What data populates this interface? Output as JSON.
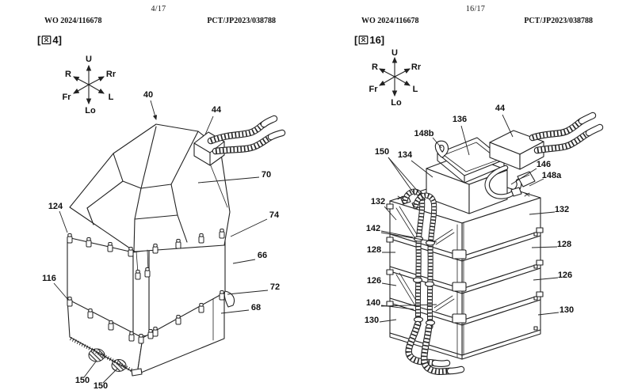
{
  "colors": {
    "paper": "#ffffff",
    "line": "#222222",
    "text": "#111111"
  },
  "figures": [
    {
      "page_number": "4/17",
      "wo_number": "WO 2024/116678",
      "pct_number": "PCT/JP2023/038788",
      "caption": {
        "prefix": "[",
        "kanji": "図",
        "suffix": "4]"
      },
      "axes": {
        "u": "U",
        "lo": "Lo",
        "r": "R",
        "rr": "Rr",
        "fr": "Fr",
        "l": "L"
      },
      "labels": [
        {
          "text": "40"
        },
        {
          "text": "44"
        },
        {
          "text": "70"
        },
        {
          "text": "124"
        },
        {
          "text": "74"
        },
        {
          "text": "66"
        },
        {
          "text": "72"
        },
        {
          "text": "68"
        },
        {
          "text": "116"
        },
        {
          "text": "150"
        },
        {
          "text": "150"
        }
      ]
    },
    {
      "page_number": "16/17",
      "wo_number": "WO 2024/116678",
      "pct_number": "PCT/JP2023/038788",
      "caption": {
        "prefix": "[",
        "kanji": "図",
        "suffix": "16]"
      },
      "axes": {
        "u": "U",
        "lo": "Lo",
        "r": "R",
        "rr": "Rr",
        "fr": "Fr",
        "l": "L"
      },
      "labels": [
        {
          "text": "44"
        },
        {
          "text": "136"
        },
        {
          "text": "148b"
        },
        {
          "text": "150"
        },
        {
          "text": "134"
        },
        {
          "text": "146"
        },
        {
          "text": "148a"
        },
        {
          "text": "132"
        },
        {
          "text": "132"
        },
        {
          "text": "142"
        },
        {
          "text": "128"
        },
        {
          "text": "128"
        },
        {
          "text": "126"
        },
        {
          "text": "126"
        },
        {
          "text": "140"
        },
        {
          "text": "130"
        },
        {
          "text": "130"
        }
      ]
    }
  ]
}
